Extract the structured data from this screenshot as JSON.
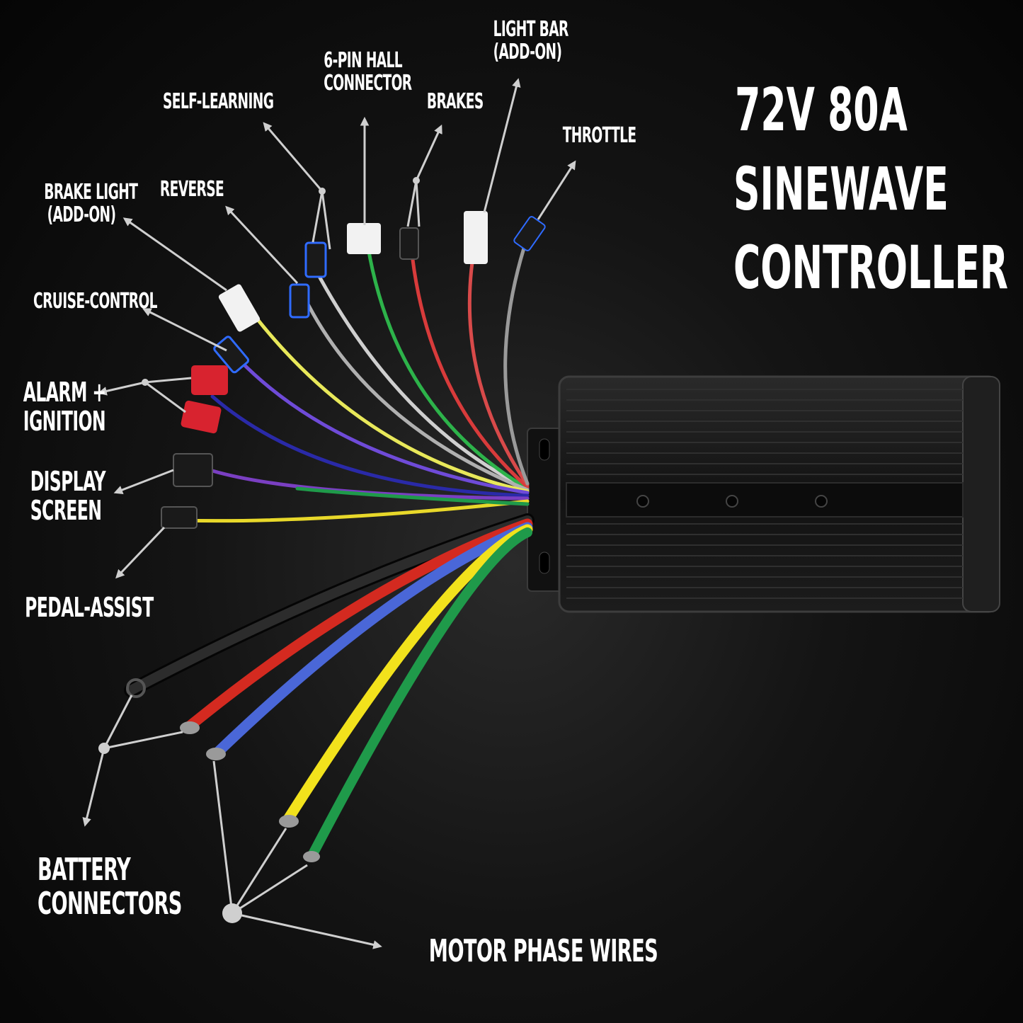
{
  "title": {
    "line1": "72V 80A",
    "line2": "SINEWAVE",
    "line3": "CONTROLLER"
  },
  "labels": {
    "self_learning": "SELF-LEARNING",
    "hall_line1": "6-PIN HALL",
    "hall_line2": "CONNECTOR",
    "brakes": "BRAKES",
    "light_bar_line1": "LIGHT BAR",
    "light_bar_line2": "(ADD-ON)",
    "throttle": "THROTTLE",
    "brake_light_line1": "BRAKE LIGHT",
    "brake_light_line2": "(ADD-ON)",
    "reverse": "REVERSE",
    "cruise_control": "CRUISE-CONTROL",
    "alarm_line1": "ALARM +",
    "alarm_line2": "IGNITION",
    "display_line1": "DISPLAY",
    "display_line2": "SCREEN",
    "pedal_assist": "PEDAL-ASSIST",
    "battery_line1": "BATTERY",
    "battery_line2": "CONNECTORS",
    "motor_phase": "MOTOR PHASE WIRES"
  },
  "colors": {
    "background": "#0b0b0b",
    "label_text": "#ffffff",
    "callout_line": "#cfcfcf",
    "controller_body": "#151515",
    "wire_red": "#d42a20",
    "wire_blue": "#4a67d8",
    "wire_yellow": "#f2e21c",
    "wire_green": "#1f9a4a",
    "wire_black": "#222222",
    "connector_white": "#f2f2f2",
    "connector_red": "#d8232f",
    "indicator_blue": "#2f6bff"
  }
}
